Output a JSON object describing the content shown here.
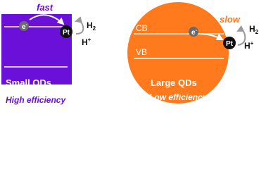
{
  "colors": {
    "small_qd": "#6a10d8",
    "large_qd": "#ff7a1c",
    "purple_text": "#6a10d8",
    "orange_text": "#ff7a1c",
    "pt": "#111111",
    "electron": "#6a6a6a",
    "arrow": "#9a9a9a"
  },
  "left": {
    "speed": "fast",
    "electron": "e",
    "electron_sup": "-",
    "catalyst": "Pt",
    "product": "H",
    "product_sub": "2",
    "reactant": "H",
    "reactant_sup": "+",
    "name": "Small QDs",
    "efficiency": "High efficiency"
  },
  "right": {
    "speed": "slow",
    "cb": "CB",
    "vb": "VB",
    "electron": "e",
    "electron_sup": "-",
    "catalyst": "Pt",
    "product": "H",
    "product_sub": "2",
    "reactant": "H",
    "reactant_sup": "+",
    "name": "Large QDs",
    "efficiency": "Low efficiency"
  }
}
